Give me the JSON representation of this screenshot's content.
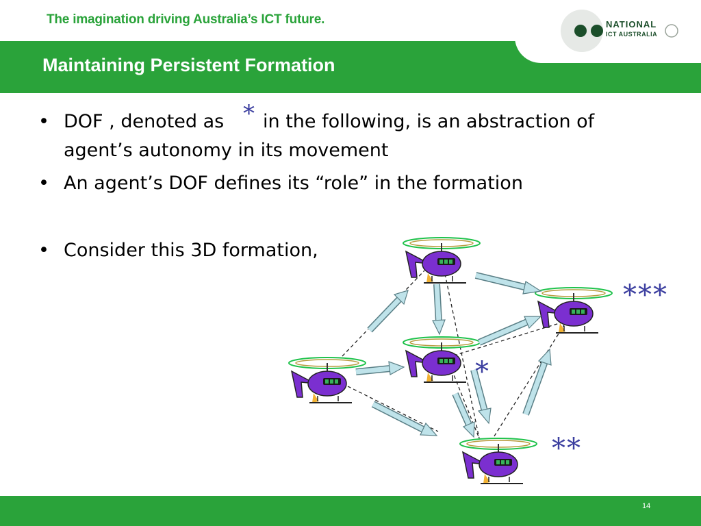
{
  "header": {
    "tagline": "The imagination driving Australia’s ICT future.",
    "logo_line1": "NATIONAL",
    "logo_line2": "ICT AUSTRALIA"
  },
  "slide": {
    "title": "Maintaining Persistent Formation",
    "bullets": [
      {
        "marker": "•",
        "line1_a": "DOF , denoted as",
        "line1_b": "in the following, is an abstraction of",
        "line2": "agent’s autonomy in its movement"
      },
      {
        "marker": "•",
        "text": "An agent’s DOF defines its “role” in the formation"
      },
      {
        "marker": "•",
        "text": "Consider this 3D formation,"
      }
    ],
    "inline_star": "*"
  },
  "diagram": {
    "labels": {
      "center": "*",
      "bottom": "**",
      "right": "***"
    },
    "colors": {
      "body": "#7b2fd0",
      "rotor": "#1fc24b",
      "arrow_fill": "#bfe3ea",
      "arrow_stroke": "#5a7f86",
      "star": "#3c3fa0"
    }
  },
  "footer": {
    "page_number": "14"
  },
  "colors": {
    "brand_green": "#2aa33a"
  }
}
